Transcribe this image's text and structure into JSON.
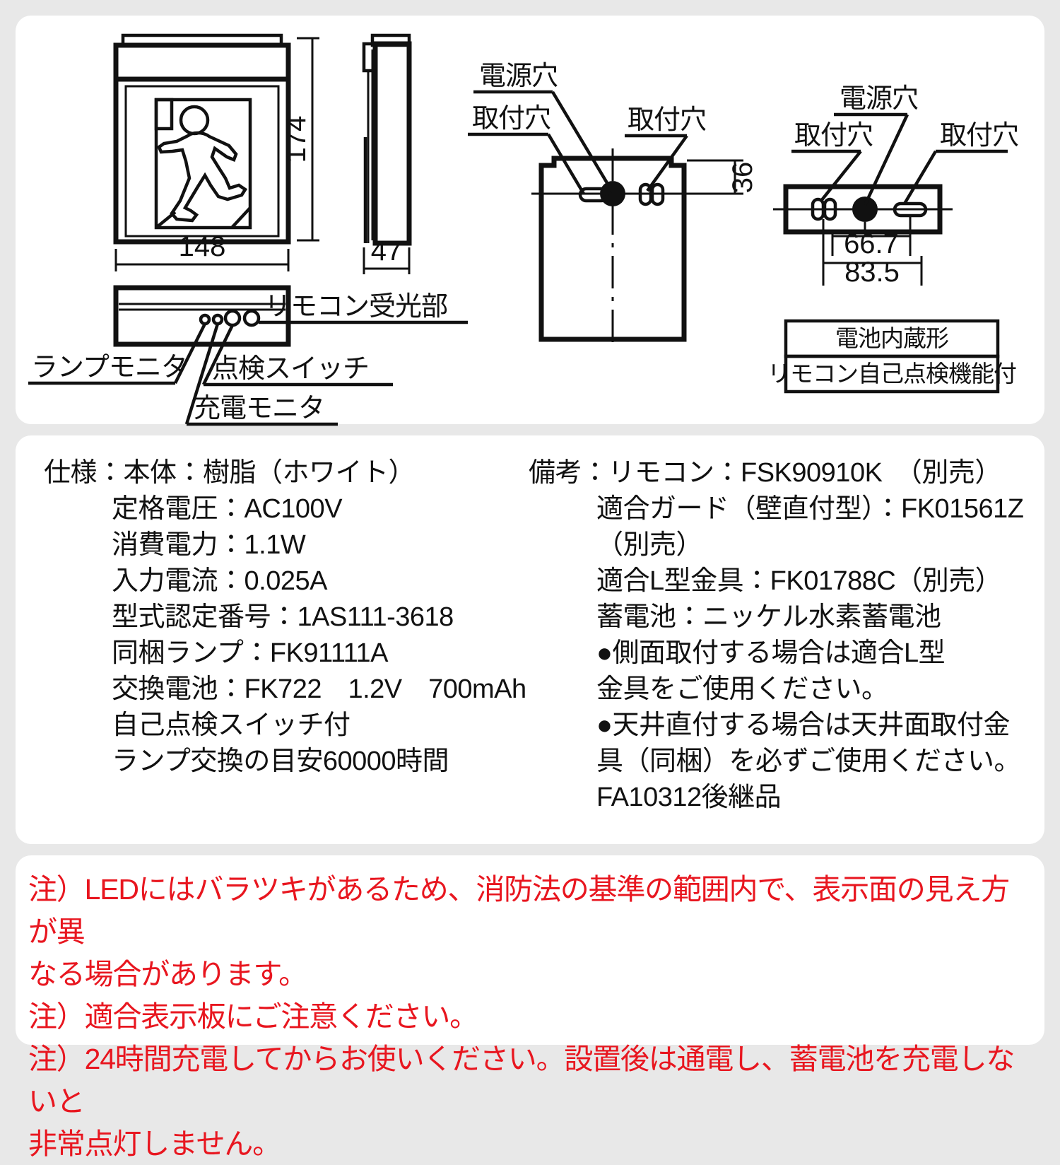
{
  "page": {
    "background_color": "#e8e8e8",
    "panel_color": "#ffffff",
    "ink_color": "#111111",
    "note_color": "#e8161f"
  },
  "diagrams": {
    "front_view": {
      "dimension_height": "174",
      "dimension_width": "148",
      "pictogram": "running-man-exit-pictogram"
    },
    "side_view": {
      "dimension_depth": "47"
    },
    "bottom_view": {
      "labels": {
        "remote_receiver": "リモコン受光部",
        "lamp_monitor": "ランプモニタ",
        "inspection_switch": "点検スイッチ",
        "charge_monitor": "充電モニタ"
      }
    },
    "wall_mount_view": {
      "label_power_hole": "電源穴",
      "label_mount_hole_left": "取付穴",
      "label_mount_hole_right": "取付穴",
      "dimension_36": "36"
    },
    "ceiling_mount_view": {
      "label_power_hole": "電源穴",
      "label_mount_hole_left": "取付穴",
      "label_mount_hole_right": "取付穴",
      "dimension_66_7": "66.7",
      "dimension_83_5": "83.5"
    },
    "feature_boxes": {
      "battery_builtin": "電池内蔵形",
      "remote_selftest": "リモコン自己点検機能付"
    }
  },
  "specs": {
    "left": {
      "lines": [
        {
          "indent": 0,
          "text": "仕様：本体：樹脂（ホワイト）"
        },
        {
          "indent": 1,
          "text": "定格電圧：AC100V"
        },
        {
          "indent": 1,
          "text": "消費電力：1.1W"
        },
        {
          "indent": 1,
          "text": "入力電流：0.025A"
        },
        {
          "indent": 1,
          "text": "型式認定番号：1AS111-3618"
        },
        {
          "indent": 1,
          "text": "同梱ランプ：FK91111A"
        },
        {
          "indent": 1,
          "text": "交換電池：FK722　1.2V　700mAh"
        },
        {
          "indent": 1,
          "text": "自己点検スイッチ付"
        },
        {
          "indent": 1,
          "text": "ランプ交換の目安60000時間"
        }
      ]
    },
    "right": {
      "lines": [
        {
          "indent": 0,
          "text": "備考：リモコン：FSK90910K　（別売）"
        },
        {
          "indent": 1,
          "text": "適合ガード（壁直付型）：FK01561Z"
        },
        {
          "indent": 1,
          "text": "（別売）"
        },
        {
          "indent": 1,
          "text": "適合L型金具：FK01788C（別売）"
        },
        {
          "indent": 1,
          "text": "蓄電池：ニッケル水素蓄電池"
        },
        {
          "indent": 1,
          "text": "●側面取付する場合は適合L型"
        },
        {
          "indent": 1,
          "text": "金具をご使用ください。"
        },
        {
          "indent": 1,
          "text": "●天井直付する場合は天井面取付金"
        },
        {
          "indent": 1,
          "text": "具（同梱）を必ずご使用ください。"
        },
        {
          "indent": 1,
          "text": "FA10312後継品"
        }
      ]
    }
  },
  "notes": {
    "lines": [
      "注）LEDにはバラツキがあるため、消防法の基準の範囲内で、表示面の見え方が異",
      "なる場合があります。",
      "注）適合表示板にご注意ください。",
      "注）24時間充電してからお使いください。設置後は通電し、蓄電池を充電しないと",
      "非常点灯しません。"
    ]
  }
}
